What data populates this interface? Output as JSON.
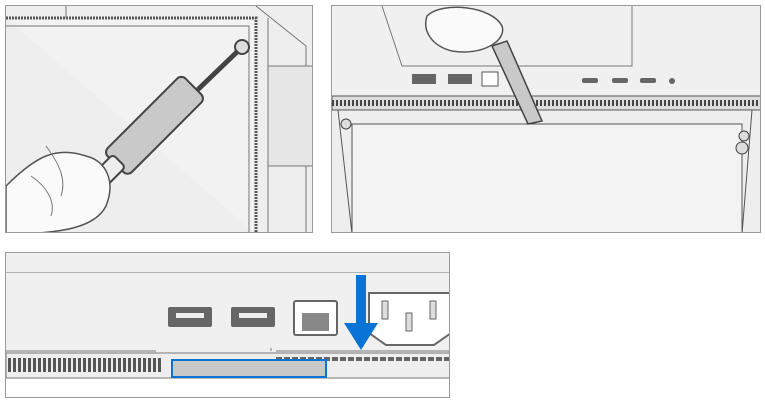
{
  "colors": {
    "line": "#555555",
    "surface": "#f0f0f0",
    "accent": "#0a74d6",
    "highlight_fill": "#c8c8c8"
  },
  "panels": [
    {
      "icon": "screwdriver-removing-screw"
    },
    {
      "icon": "pry-tool-inserted-at-edge"
    },
    {
      "icon": "arrow-down-press-location",
      "ports": [
        "usb-port",
        "usb-port",
        "ethernet-port",
        "power-socket"
      ]
    }
  ]
}
